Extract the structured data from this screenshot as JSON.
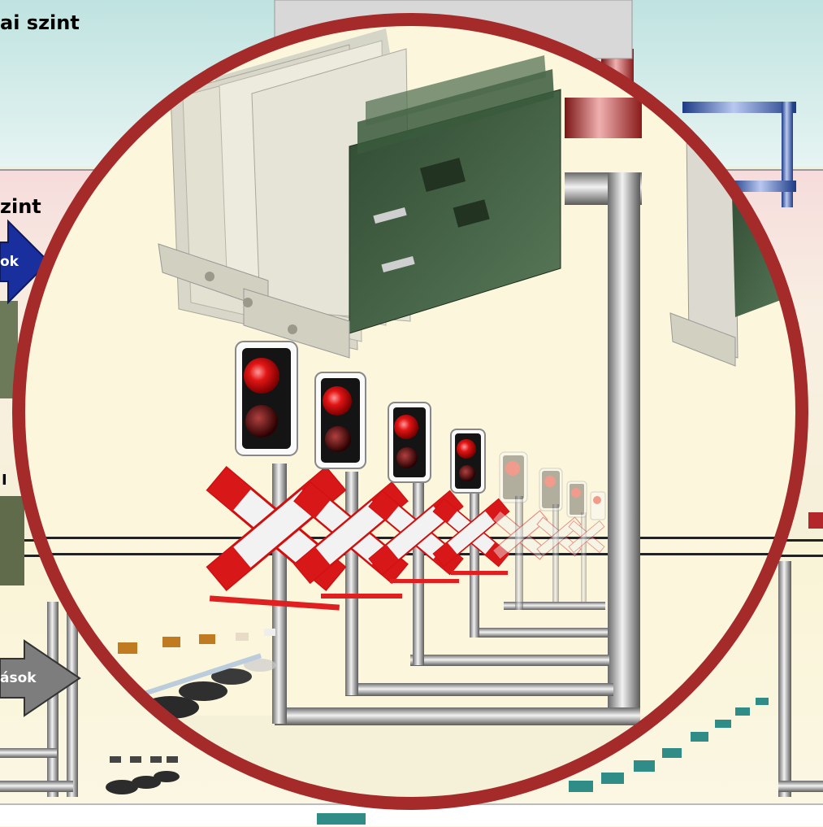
{
  "labels": {
    "top_level": "ai szint",
    "middle_level": "zint",
    "blue_arrow": "ok",
    "gray_arrow": "ások",
    "fragment_left": "I"
  },
  "colors": {
    "top_band": "#cfe8e6",
    "pink_band": "#f3d4d4",
    "cream_band": "#f7f1c8",
    "circle_border": "#a52a2a",
    "circle_fill": "#fbf6dc",
    "blue_arrow": "#1a2f9e",
    "gray_arrow": "#7d7d7d",
    "blue_pipe": "#3a5fb5",
    "red_pipe": "#b3262a",
    "signal_red": "#e01010"
  },
  "icons": [
    "rack-card-icon",
    "traffic-signal-icon",
    "crossbuck-icon",
    "sensor-icon"
  ]
}
